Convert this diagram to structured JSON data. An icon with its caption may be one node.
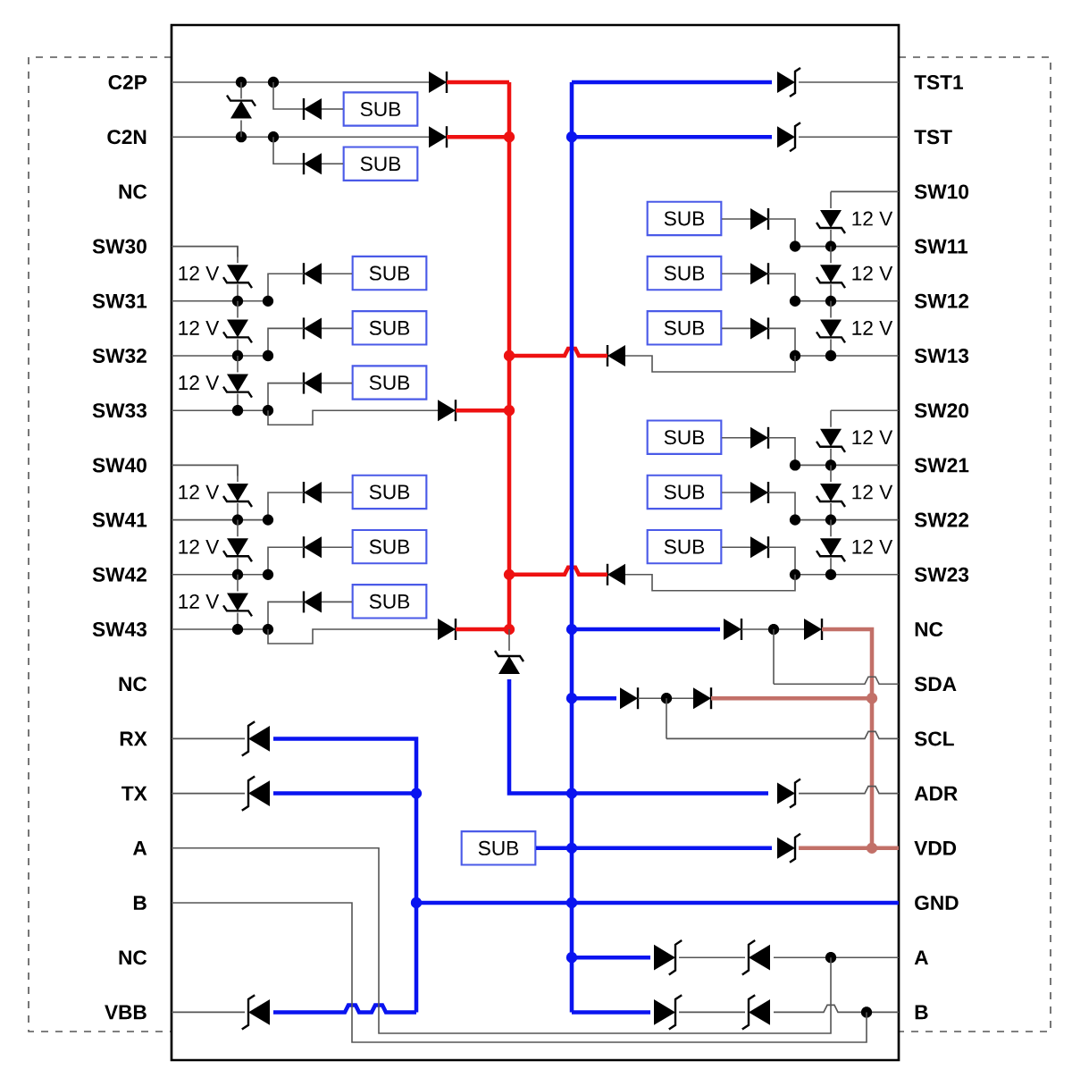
{
  "diagram": {
    "nodes": [
      {
        "text": [
          "SUB"
        ]
      },
      {
        "text": [
          "SUB"
        ]
      },
      {
        "text": [
          "SUB"
        ]
      },
      {
        "text": [
          "SUB"
        ]
      },
      {
        "text": [
          "SUB"
        ]
      },
      {
        "text": [
          "SUB"
        ]
      },
      {
        "text": [
          "SUB"
        ]
      },
      {
        "text": [
          "SUB"
        ]
      },
      {
        "text": [
          "SUB"
        ]
      },
      {
        "text": [
          "SUB"
        ]
      },
      {
        "text": [
          "SUB"
        ]
      },
      {
        "text": [
          "SUB"
        ]
      },
      {
        "text": [
          "SUB"
        ]
      },
      {
        "text": [
          "SUB"
        ]
      },
      {
        "text": [
          "SUB"
        ]
      }
    ],
    "labels": [
      "C2P",
      "C2N",
      "NC",
      "SW30",
      "SW31",
      "SW32",
      "SW33",
      "SW40",
      "SW41",
      "SW42",
      "SW43",
      "NC",
      "RX",
      "TX",
      "A",
      "B",
      "NC",
      "VBB",
      "TST1",
      "TST",
      "SW10",
      "SW11",
      "SW12",
      "SW13",
      "SW20",
      "SW21",
      "SW22",
      "SW23",
      "NC",
      "SDA",
      "SCL",
      "ADR",
      "VDD",
      "GND",
      "A",
      "B",
      "12 V",
      "12 V",
      "12 V",
      "12 V",
      "12 V",
      "12 V",
      "12 V",
      "12 V",
      "12 V",
      "12 V",
      "12 V",
      "12 V"
    ]
  }
}
